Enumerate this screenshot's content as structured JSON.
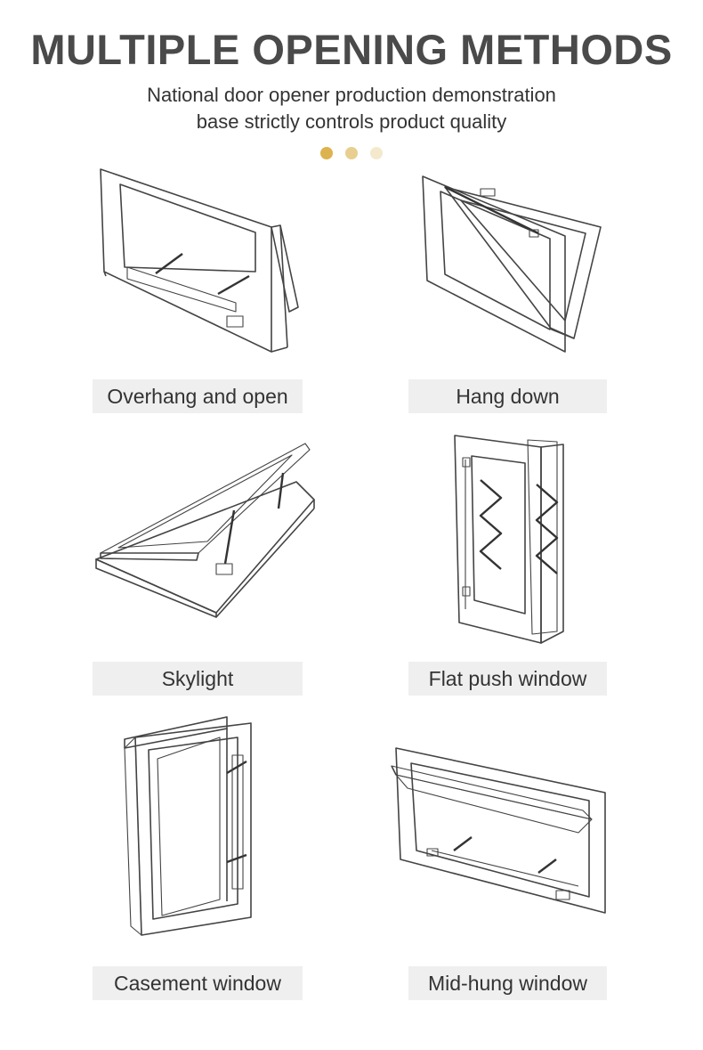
{
  "header": {
    "title": "MULTIPLE OPENING METHODS",
    "subtitle_line1": "National door opener production demonstration",
    "subtitle_line2": "base strictly controls product quality"
  },
  "dots": [
    "#dcb34f",
    "#e8cf8f",
    "#f4e9cd"
  ],
  "methods": [
    {
      "label": "Overhang and open",
      "icon": "overhang-window-illustration"
    },
    {
      "label": "Hang down",
      "icon": "hang-down-window-illustration"
    },
    {
      "label": "Skylight",
      "icon": "skylight-window-illustration"
    },
    {
      "label": "Flat push window",
      "icon": "flat-push-window-illustration"
    },
    {
      "label": "Casement window",
      "icon": "casement-window-illustration"
    },
    {
      "label": "Mid-hung window",
      "icon": "mid-hung-window-illustration"
    }
  ]
}
